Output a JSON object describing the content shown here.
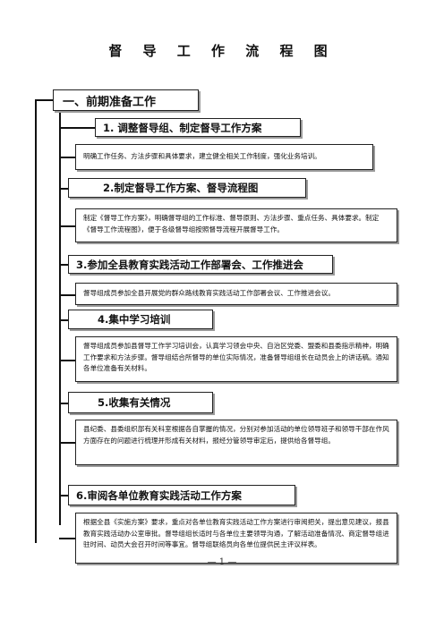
{
  "title": "督 导 工 作 流 程 图",
  "phase1": "一、前期准备工作",
  "steps": [
    {
      "heading": "1. 调整督导组、制定督导工作方案",
      "desc": "明确工作任务、方法步骤和具体要求，建立健全相关工作制度，强化业务培训。"
    },
    {
      "heading": "2.制定督导工作方案、督导流程图",
      "desc": "制定《督导工作方案》，明确督导组的工作标准、督导原则、方法步骤、重点任务、具体要求。制定《督导工作流程图》，便于各级督导组按照督导流程开展督导工作。"
    },
    {
      "heading": "3.参加全县教育实践活动工作部署会、工作推进会",
      "desc": "督导组成员参加全县开展党的群众路线教育实践活动工作部署会议、工作推进会议。"
    },
    {
      "heading": "4.集中学习培训",
      "desc": "督导组成员参加县督导工作学习培训会，认真学习领会中央、自治区党委、盟委和县委指示精神，明确工作要求和方法步骤。督导组结合所督导的单位实际情况，准备督导组组长在动员会上的讲话稿。通知各单位准备有关材料。"
    },
    {
      "heading": "5.收集有关情况",
      "desc": "县纪委、县委组织部有关科室根据各自掌握的情况，分别对参加活动的单位领导班子和领导干部在作风方面存在的问题进行梳理并形成有关材料，报经分管领导审定后，提供给各督导组。"
    },
    {
      "heading": "6.审阅各单位教育实践活动工作方案",
      "desc": "根据全县《实施方案》要求，重点对各单位教育实践活动工作方案进行审阅把关，提出意见建议，报县教育实践活动办公室审批。督导组组长适时与各单位主要领导沟通，了解活动准备情况、商定督导组进驻时间、动员大会召开时间等事宜。督导组联络员向各单位提供民主评议样表。"
    }
  ],
  "footer": "— 1 —"
}
